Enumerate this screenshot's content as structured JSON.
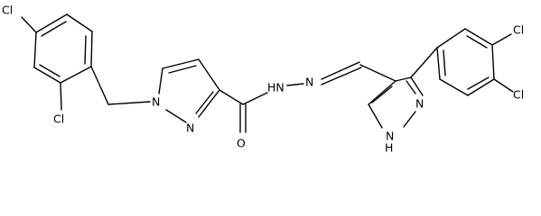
{
  "molecule": {
    "atom_labels": {
      "cl_1": "Cl",
      "cl_2": "Cl",
      "cl_3": "Cl",
      "cl_4": "Cl",
      "n_1": "N",
      "n_2": "N",
      "hn_amide": "HN",
      "n_hydrazone": "N",
      "n_pyrazole_2": "N",
      "nh_pyrazole_2": "N",
      "h_pyrazole_2": "H",
      "o_carbonyl": "O"
    }
  }
}
